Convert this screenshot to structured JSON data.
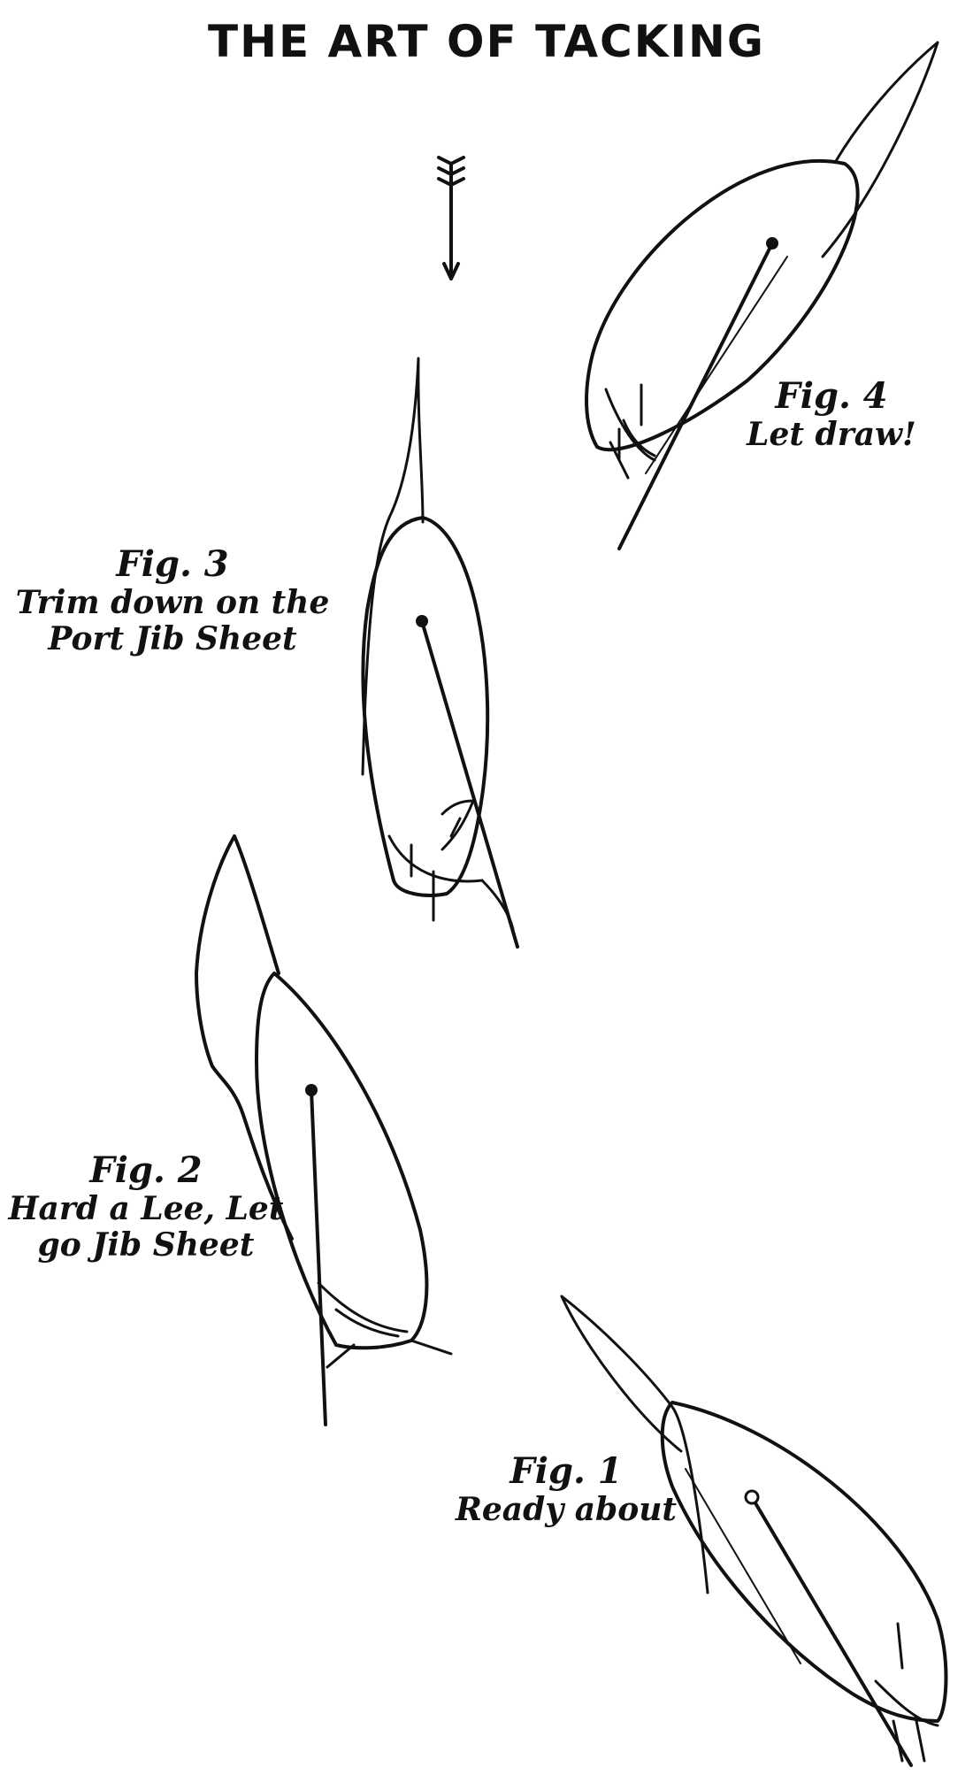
{
  "title": "THE ART OF TACKING",
  "figures": [
    {
      "number": "Fig. 4",
      "caption": "Let draw!"
    },
    {
      "number": "Fig. 3",
      "caption": "Trim down on the Port Jib Sheet"
    },
    {
      "number": "Fig. 2",
      "caption": "Hard a Lee, Let go Jib Sheet"
    },
    {
      "number": "Fig. 1",
      "caption": "Ready about"
    }
  ],
  "wind_arrow": {
    "direction": "down"
  }
}
